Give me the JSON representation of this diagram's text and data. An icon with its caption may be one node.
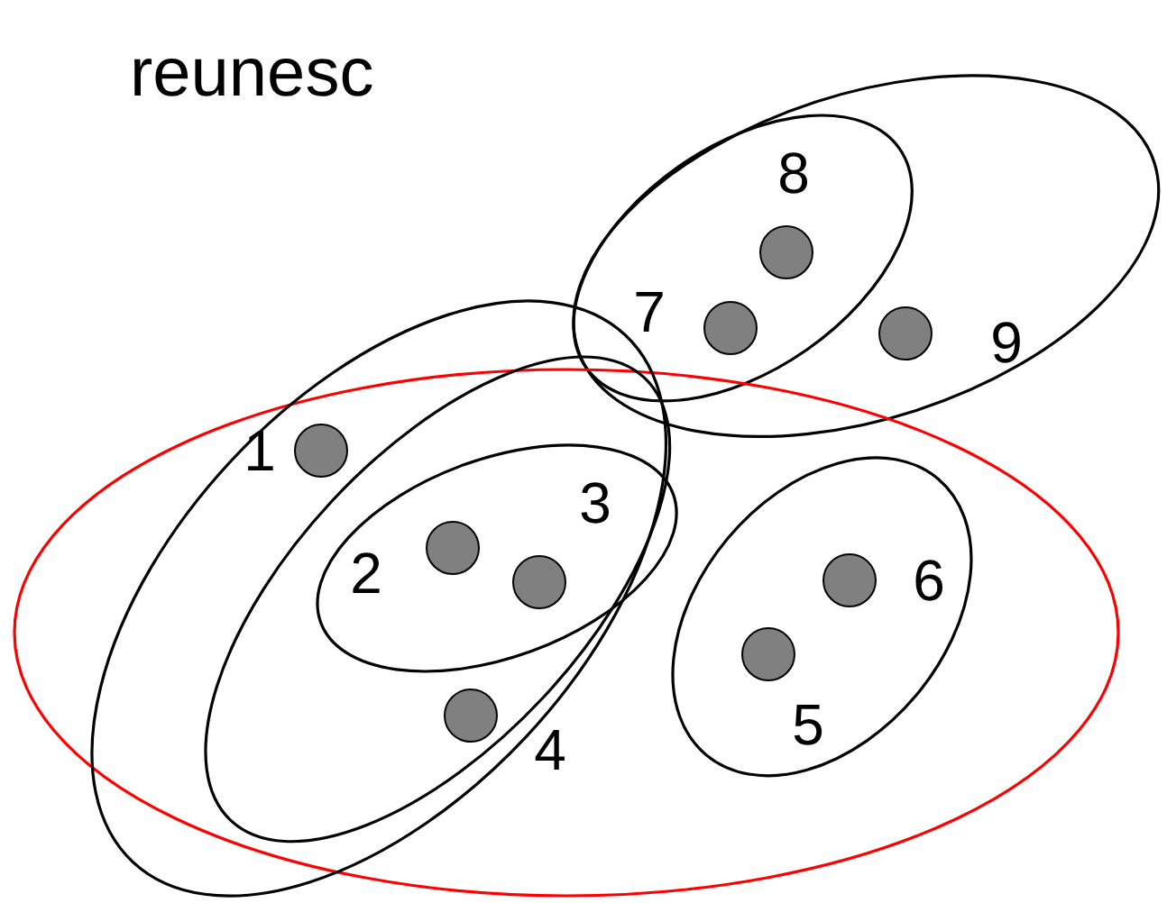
{
  "diagram": {
    "title": "reunesc",
    "nodes": [
      {
        "text": [],
        "shape": "ellipse"
      },
      {
        "text": [],
        "shape": "ellipse",
        "in": 0
      },
      {
        "text": [],
        "shape": "circle",
        "in": 1,
        "beside": [
          "8"
        ]
      },
      {
        "text": [],
        "shape": "circle",
        "in": 1,
        "beside": [
          "7"
        ]
      },
      {
        "text": [],
        "shape": "circle",
        "in": 0,
        "beside": [
          "9"
        ]
      },
      {
        "text": [],
        "shape": "ellipse"
      },
      {
        "text": [],
        "shape": "ellipse"
      },
      {
        "text": [],
        "shape": "circle",
        "in": 6,
        "beside": [
          "1"
        ]
      },
      {
        "text": [],
        "shape": "ellipse",
        "in": 6
      },
      {
        "text": [],
        "shape": "ellipse",
        "in": 8
      },
      {
        "text": [],
        "shape": "circle",
        "in": 9,
        "beside": [
          "3"
        ]
      },
      {
        "text": [],
        "shape": "circle",
        "in": 9,
        "beside": [
          "2"
        ]
      },
      {
        "text": [],
        "shape": "circle",
        "in": 8,
        "beside": [
          "4"
        ]
      },
      {
        "text": [],
        "shape": "ellipse",
        "in": 5
      },
      {
        "text": [],
        "shape": "circle",
        "in": 13,
        "beside": [
          "6"
        ]
      },
      {
        "text": [],
        "shape": "circle",
        "in": 13,
        "beside": [
          "5"
        ]
      }
    ]
  }
}
